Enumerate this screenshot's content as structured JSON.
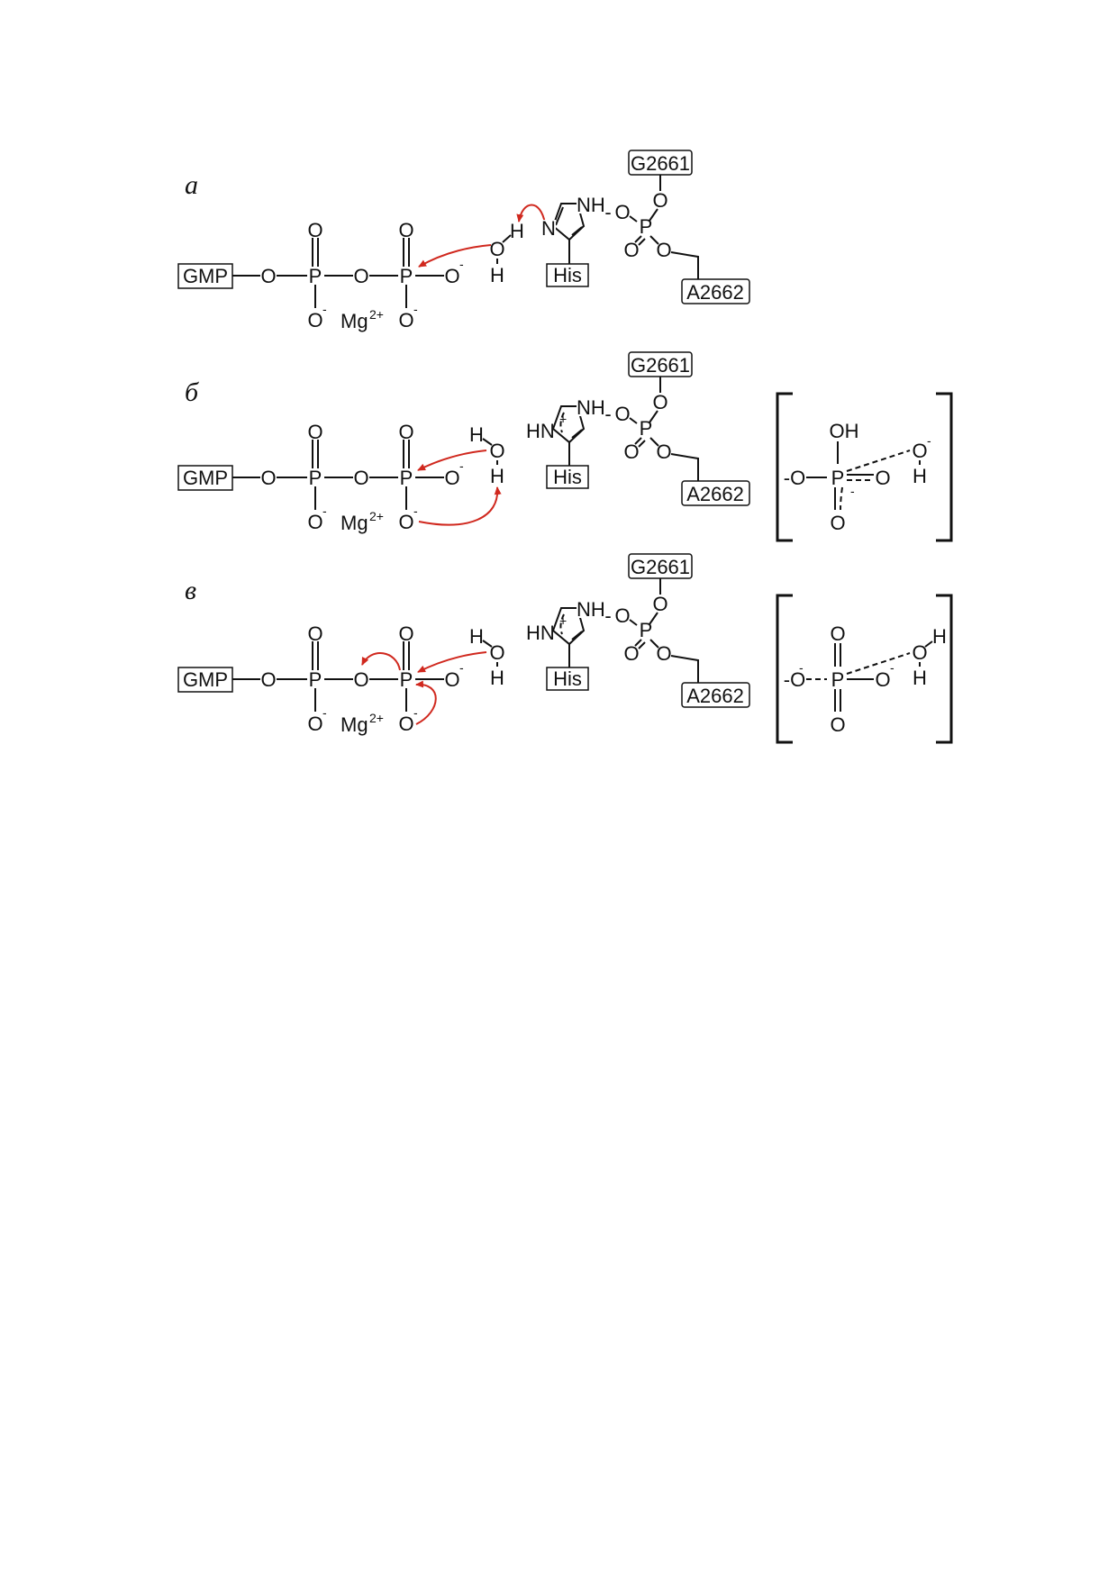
{
  "diagram": {
    "panels": [
      {
        "label": "а",
        "mechanism": {
          "gmp": "GMP",
          "o_bridge1": "O",
          "p_alpha": "P",
          "o_alpha_top": "O",
          "o_alpha_bottom": "O",
          "charge_alpha": "-",
          "mg": "Mg",
          "mg_charge": "2+",
          "o_bridge2": "O",
          "p_beta": "P",
          "o_beta_top": "O",
          "o_beta_bottom": "O",
          "charge_beta_bottom": "-",
          "o_beta_right": "O",
          "charge_beta_right": "-",
          "water_o": "O",
          "water_h_top": "H",
          "water_h_bottom": "H"
        },
        "histidine": {
          "n1": "N",
          "nh": "NH",
          "his": "His"
        },
        "rna": {
          "g": "G2661",
          "a": "A2662",
          "charge": "-",
          "o1": "O",
          "p": "P",
          "o2": "O",
          "o3": "O",
          "o4": "O"
        }
      },
      {
        "label": "б",
        "mechanism": {
          "gmp": "GMP",
          "o_bridge1": "O",
          "p_alpha": "P",
          "o_alpha_top": "O",
          "o_alpha_bottom": "O",
          "charge_alpha": "-",
          "mg": "Mg",
          "mg_charge": "2+",
          "o_bridge2": "O",
          "p_beta": "P",
          "o_beta_top": "O",
          "o_beta_bottom": "O",
          "charge_beta_bottom": "-",
          "o_beta_right": "O",
          "charge_beta_right": "-",
          "water_o": "O",
          "water_h_top": "H",
          "water_h_bottom": "H"
        },
        "histidine": {
          "hn": "HN",
          "nh": "NH",
          "plus": "+",
          "his": "His"
        },
        "rna": {
          "g": "G2661",
          "a": "A2662",
          "charge": "-",
          "o1": "O",
          "p": "P",
          "o2": "O",
          "o3": "O",
          "o4": "O"
        },
        "transition_state": {
          "oh_top": "OH",
          "o_left": "-O",
          "p": "P",
          "o_right": "O",
          "o_bottom": "O",
          "p_charge": "-",
          "water_o": "O",
          "water_charge": "-",
          "water_h": "H"
        }
      },
      {
        "label": "в",
        "mechanism": {
          "gmp": "GMP",
          "o_bridge1": "O",
          "p_alpha": "P",
          "o_alpha_top": "O",
          "o_alpha_bottom": "O",
          "charge_alpha": "-",
          "mg": "Mg",
          "mg_charge": "2+",
          "o_bridge2": "O",
          "p_beta": "P",
          "o_beta_top": "O",
          "o_beta_bottom": "O",
          "charge_beta_bottom": "-",
          "o_beta_right": "O",
          "charge_beta_right": "-",
          "water_o": "O",
          "water_h_top": "H",
          "water_h_bottom": "H"
        },
        "histidine": {
          "hn": "HN",
          "nh": "NH",
          "plus": "+",
          "his": "His"
        },
        "rna": {
          "g": "G2661",
          "a": "A2662",
          "charge": "-",
          "o1": "O",
          "p": "P",
          "o2": "O",
          "o3": "O",
          "o4": "O"
        },
        "transition_state": {
          "o_left": "-O",
          "o_left_charge": "-",
          "p": "P",
          "o_top": "O",
          "o_right": "O",
          "o_right_charge": "-",
          "o_bottom": "O",
          "water_o": "O",
          "water_h_top": "H",
          "water_h_bottom": "H"
        }
      }
    ],
    "colors": {
      "arrow": "#d0281e",
      "ink": "#111111"
    }
  }
}
